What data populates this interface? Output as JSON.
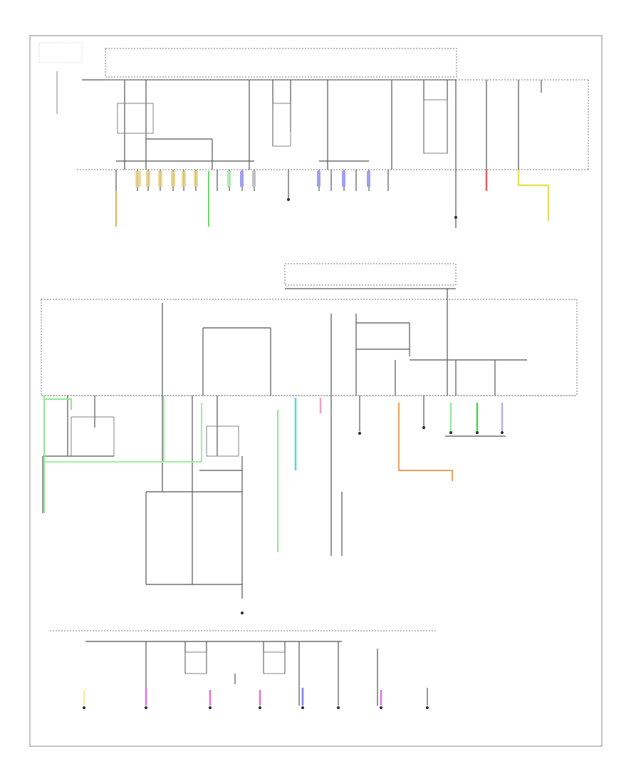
{
  "diagram": {
    "type": "wiring-schematic",
    "labels": [],
    "colored_wires": [
      {
        "name": "orange-left",
        "color": "#e8b060"
      },
      {
        "name": "green-top",
        "color": "#6fd66f"
      },
      {
        "name": "red-top",
        "color": "#e06060"
      },
      {
        "name": "yellow-top",
        "color": "#e8e060"
      },
      {
        "name": "light-green-mid",
        "color": "#90e890"
      },
      {
        "name": "cyan-mid",
        "color": "#50d8e8"
      },
      {
        "name": "pink-mid",
        "color": "#f0a0c0"
      },
      {
        "name": "orange-mid",
        "color": "#f0a060"
      },
      {
        "name": "green-mid",
        "color": "#50d050"
      },
      {
        "name": "violet-mid",
        "color": "#b0b0f0"
      },
      {
        "name": "pale-yellow-bottom",
        "color": "#f0f0a0"
      },
      {
        "name": "magenta-bottom",
        "color": "#e070e0"
      },
      {
        "name": "blue-bottom",
        "color": "#8080e8"
      }
    ]
  }
}
